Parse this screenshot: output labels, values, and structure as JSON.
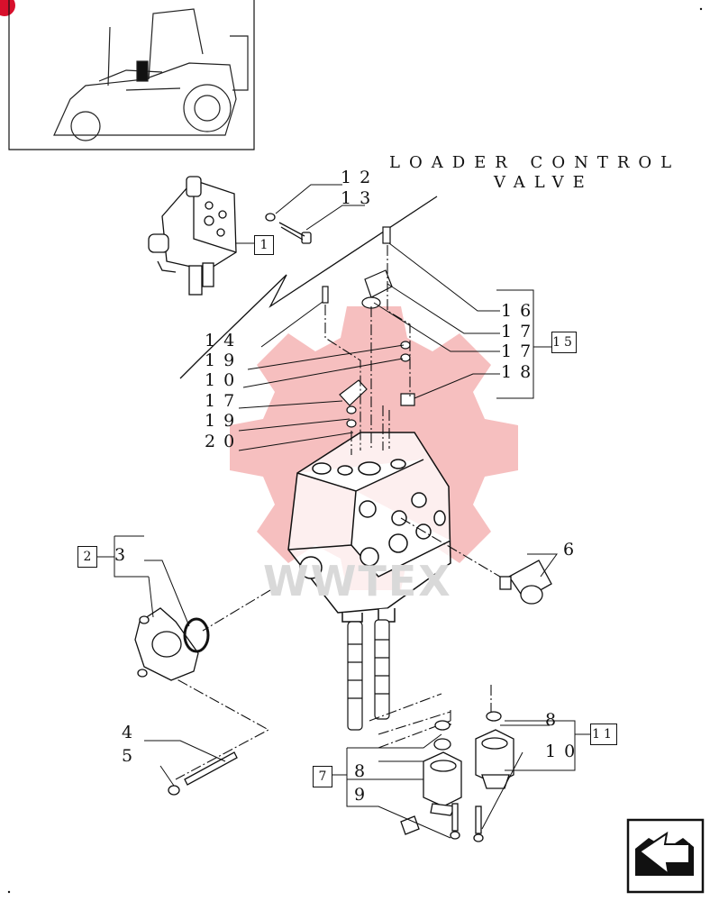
{
  "title": {
    "line1": "LOADER CONTROL",
    "line2": "VALVE"
  },
  "watermark": {
    "text": "WWTEX",
    "gear_color": "#f4b4b4"
  },
  "parts": {
    "p1": "1",
    "p2": "2",
    "p3": "3",
    "p4": "4",
    "p5": "5",
    "p6": "6",
    "p7": "7",
    "p8a": "8",
    "p8b": "8",
    "p9": "9",
    "p10a": "10",
    "p10b": "10",
    "p11": "11",
    "p12": "12",
    "p13": "13",
    "p14": "14",
    "p15": "15",
    "p16": "16",
    "p17a": "17",
    "p17b": "17",
    "p17c": "17",
    "p18": "18",
    "p19a": "19",
    "p19b": "19",
    "p20": "20"
  },
  "icons": {
    "corner_badge": "red-circle-icon",
    "nav": "next-page-arrow-icon"
  },
  "colors": {
    "badge": "#d8102c",
    "line": "#111111"
  }
}
